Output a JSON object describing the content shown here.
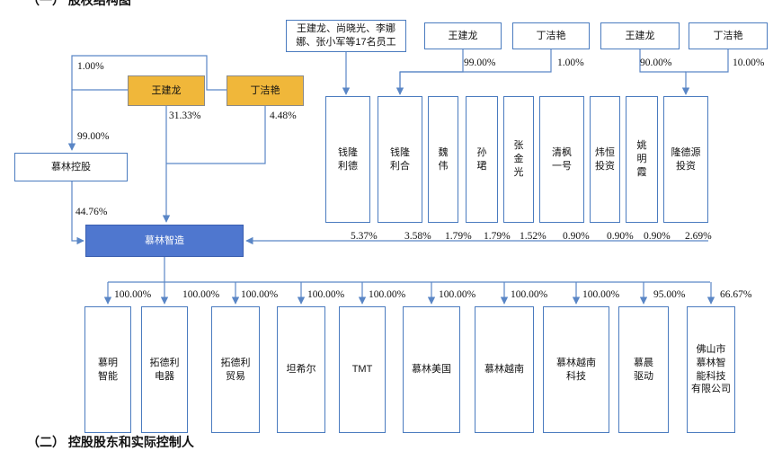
{
  "top_heading": "（一）    股权结构图",
  "bottom_heading": "（二）    控股股东和实际控制人",
  "colors": {
    "box_border": "#4a7bbf",
    "line": "#5a86c6",
    "gold_fill": "#f0b73a",
    "main_fill": "#4f77cf"
  },
  "shareholders": {
    "staff_group": "王建龙、尚晓光、李娜\n娜、张小军等17名员工",
    "wang_a": "王建龙",
    "ding_a": "丁洁艳",
    "wang_b": "王建龙",
    "ding_b": "丁洁艳",
    "wang_main": "王建龙",
    "ding_main": "丁洁艳",
    "holding": "慕林控股"
  },
  "upper_pcts": {
    "wang_a": "99.00%",
    "ding_a": "1.00%",
    "wang_b": "90.00%",
    "ding_b": "10.00%",
    "holding_top": "1.00%",
    "holding_bottom": "99.00%",
    "wang_main": "31.33%",
    "ding_main": "4.48%",
    "holding_to_main": "44.76%"
  },
  "investors": [
    {
      "label": "钱隆\n利德",
      "pct": "5.37%"
    },
    {
      "label": "钱隆\n利合",
      "pct": "3.58%"
    },
    {
      "label": "魏\n伟",
      "pct": "1.79%"
    },
    {
      "label": "孙\n珺",
      "pct": "1.79%"
    },
    {
      "label": "张\n金\n光",
      "pct": "1.52%"
    },
    {
      "label": "清枫\n一号",
      "pct": "0.90%"
    },
    {
      "label": "炜恒\n投资",
      "pct": "0.90%"
    },
    {
      "label": "姚\n明\n霞",
      "pct": "0.90%"
    },
    {
      "label": "隆德源\n投资",
      "pct": "2.69%"
    }
  ],
  "main_company": "慕林智造",
  "subsidiaries": [
    {
      "label": "慕明\n智能",
      "pct": "100.00%"
    },
    {
      "label": "拓德利\n电器",
      "pct": "100.00%"
    },
    {
      "label": "拓德利\n贸易",
      "pct": "100.00%"
    },
    {
      "label": "坦希尔",
      "pct": "100.00%"
    },
    {
      "label": "TMT",
      "pct": "100.00%"
    },
    {
      "label": "慕林美国",
      "pct": "100.00%"
    },
    {
      "label": "慕林越南",
      "pct": "100.00%"
    },
    {
      "label": "慕林越南\n科技",
      "pct": "100.00%"
    },
    {
      "label": "慕晨\n驱动",
      "pct": "95.00%"
    },
    {
      "label": "佛山市\n慕林智\n能科技\n有限公司",
      "pct": "66.67%"
    }
  ]
}
